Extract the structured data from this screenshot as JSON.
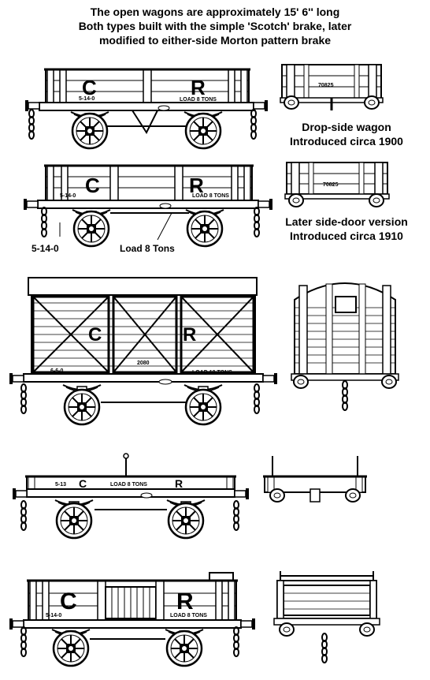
{
  "header": {
    "line1": "The open wagons are approximately 15' 6'' long",
    "line2": "Both types built with the simple 'Scotch' brake, later",
    "line3": "modified to either-side Morton pattern brake"
  },
  "wagon1": {
    "letter_left": "C",
    "letter_right": "R",
    "tare": "5-14-0",
    "load": "LOAD 8 TONS",
    "end_number": "70825",
    "caption_line1": "Drop-side wagon",
    "caption_line2": "Introduced circa 1900"
  },
  "wagon2": {
    "letter_left": "C",
    "letter_right": "R",
    "tare": "5-14-0",
    "load": "LOAD 8 TONS",
    "end_number": "70825",
    "caption_line1": "Later side-door version",
    "caption_line2": "Introduced circa 1910",
    "callout_tare": "5-14-0",
    "callout_load": "Load 8 Tons"
  },
  "van": {
    "letter_left": "C",
    "letter_right": "R",
    "tare": "6-6-0",
    "number": "2080",
    "load": "LOAD 10 TONS"
  },
  "wagon4": {
    "letter_left": "C",
    "letter_right": "R",
    "tare": "5-13",
    "load": "LOAD 8 TONS"
  },
  "wagon5": {
    "letter_left": "C",
    "letter_right": "R",
    "tare": "5-14-0",
    "load": "LOAD 8 TONS"
  },
  "colors": {
    "ink": "#000000",
    "paper": "#ffffff"
  }
}
